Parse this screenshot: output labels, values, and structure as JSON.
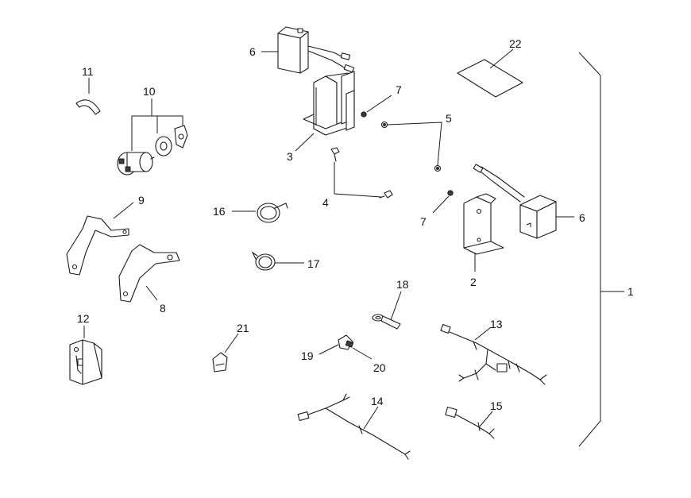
{
  "callouts": {
    "c1": "1",
    "c2": "2",
    "c3": "3",
    "c4": "4",
    "c5": "5",
    "c6a": "6",
    "c6b": "6",
    "c7a": "7",
    "c7b": "7",
    "c8": "8",
    "c9": "9",
    "c10": "10",
    "c11": "11",
    "c12": "12",
    "c13": "13",
    "c14": "14",
    "c15": "15",
    "c16": "16",
    "c17": "17",
    "c18": "18",
    "c19": "19",
    "c20": "20",
    "c21": "21",
    "c22": "22"
  },
  "colors": {
    "line": "#1a1a1a",
    "background": "#ffffff"
  }
}
